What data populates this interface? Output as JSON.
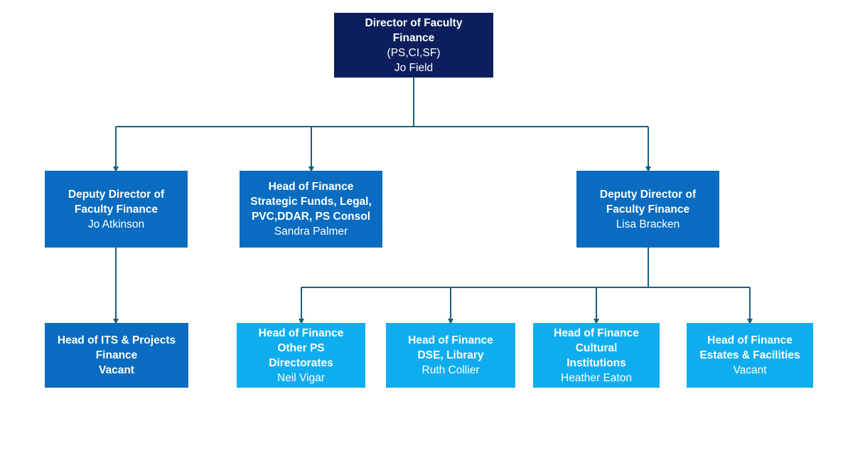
{
  "colors": {
    "navy": "#0c1f5c",
    "mid_blue": "#0a6cc0",
    "light_blue": "#10adee",
    "connector": "#1c5e7a"
  },
  "director": {
    "title_line1": "Director of Faculty",
    "title_line2": "Finance",
    "scope": "(PS,CI,SF)",
    "name": "Jo Field"
  },
  "deputy_left": {
    "title_line1": "Deputy Director of",
    "title_line2": "Faculty Finance",
    "name": "Jo Atkinson"
  },
  "head_strategic": {
    "title_line1": "Head of Finance",
    "title_line2": "Strategic Funds, Legal,",
    "title_line3": "PVC,DDAR, PS Consol",
    "name": "Sandra Palmer"
  },
  "deputy_right": {
    "title_line1": "Deputy Director of",
    "title_line2": "Faculty Finance",
    "name": "Lisa Bracken"
  },
  "head_its": {
    "title_line1": "Head of ITS & Projects",
    "title_line2": "Finance",
    "name": "Vacant"
  },
  "head_other_ps": {
    "title_line1": "Head of Finance",
    "title_line2": "Other PS",
    "title_line3": "Directorates",
    "name": "Neil Vigar"
  },
  "head_dse": {
    "title_line1": "Head of Finance",
    "title_line2": "DSE, Library",
    "name": "Ruth Collier"
  },
  "head_cultural": {
    "title_line1": "Head of Finance",
    "title_line2": "Cultural",
    "title_line3": "Institutions",
    "name": "Heather Eaton"
  },
  "head_estates": {
    "title_line1": "Head of Finance",
    "title_line2": "Estates & Facilities",
    "name": "Vacant"
  }
}
